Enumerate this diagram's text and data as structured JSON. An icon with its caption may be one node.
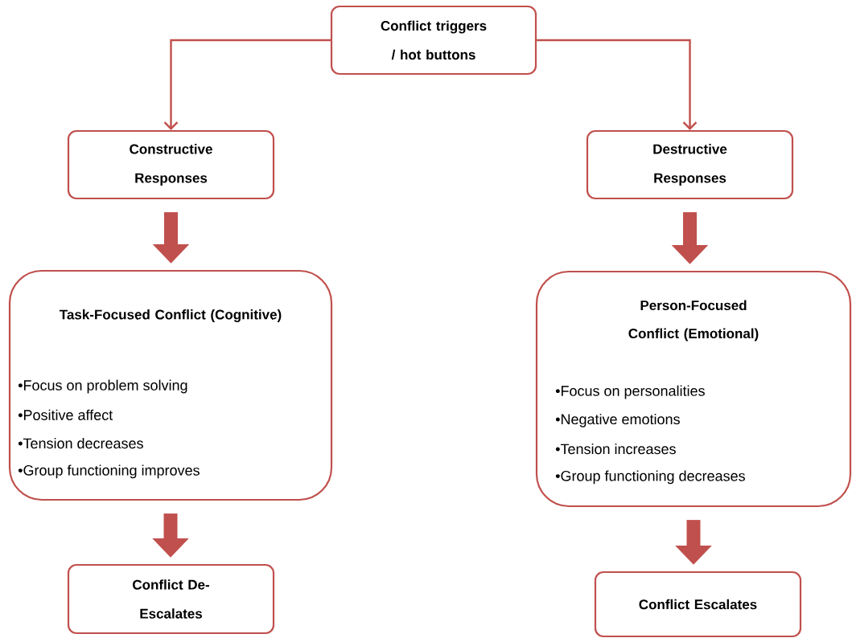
{
  "diagram": {
    "nodes": [
      {
        "text": [
          "Conflict triggers / hot buttons"
        ]
      },
      {
        "text": [
          "Constructive Responses"
        ]
      },
      {
        "text": [
          "Destructive Responses"
        ]
      },
      {
        "text": [
          "Task-Focused Conflict (Cognitive)",
          "•Focus on problem solving",
          "•Positive affect",
          "•Tension decreases",
          "•Group functioning improves"
        ]
      },
      {
        "text": [
          "Person-Focused Conflict (Emotional)",
          "•Focus on personalities",
          "•Negative emotions",
          "•Tension increases",
          "•Group functioning decreases"
        ]
      },
      {
        "text": [
          "Conflict De-Escalates"
        ]
      },
      {
        "text": [
          "Conflict Escalates"
        ]
      }
    ],
    "edges": [
      {
        "from": 0,
        "to": 1,
        "arrow": "to"
      },
      {
        "from": 0,
        "to": 2,
        "arrow": "to"
      },
      {
        "from": 1,
        "to": 3,
        "arrow": "to"
      },
      {
        "from": 3,
        "to": 5,
        "arrow": "to"
      },
      {
        "from": 2,
        "to": 4,
        "arrow": "to"
      },
      {
        "from": 4,
        "to": 6,
        "arrow": "to"
      }
    ]
  }
}
